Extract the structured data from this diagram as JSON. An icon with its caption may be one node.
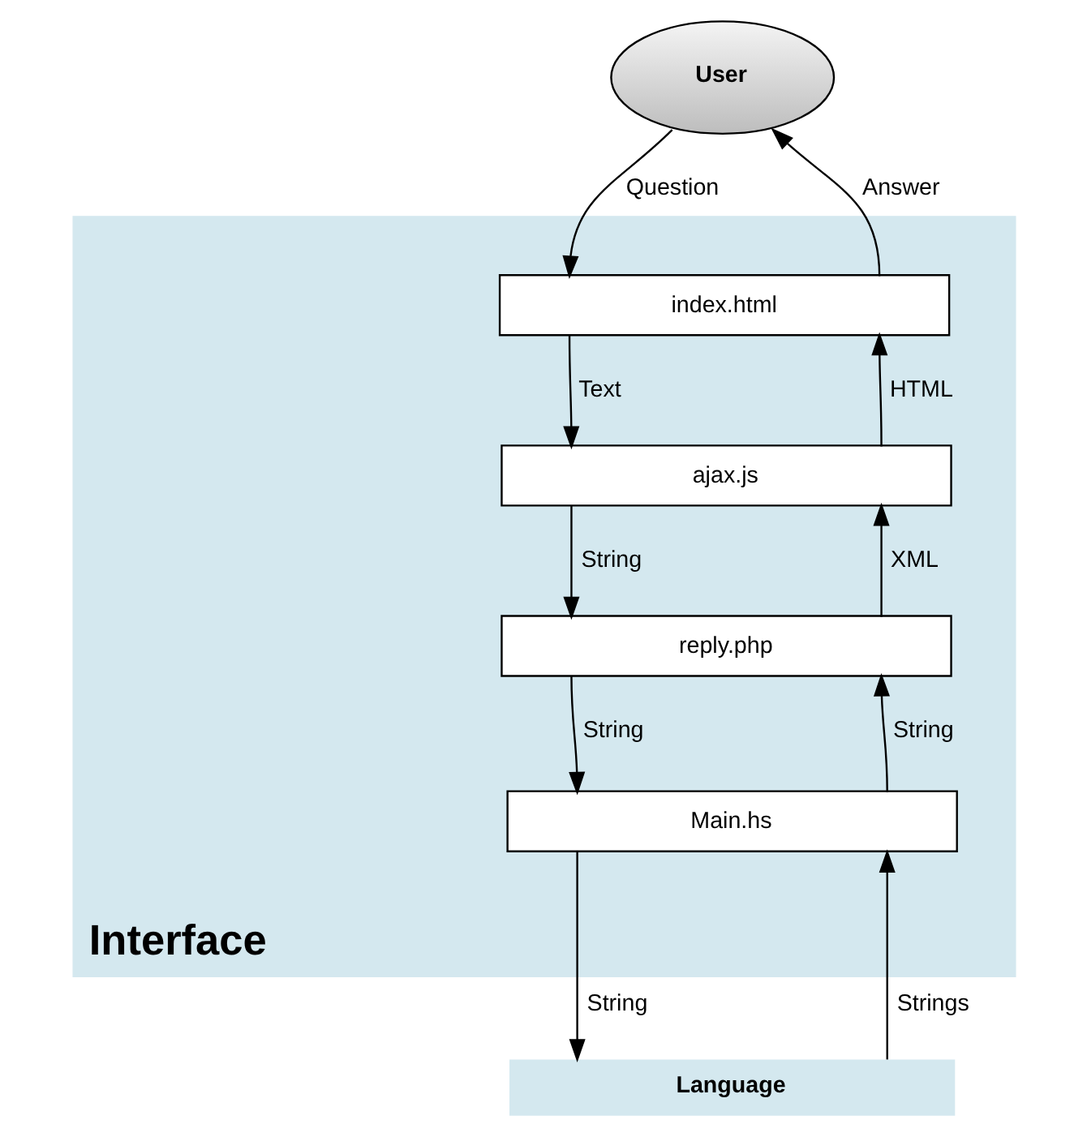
{
  "diagram": {
    "nodes": [
      {
        "text": [
          "User"
        ]
      },
      {
        "text": [
          "Interface"
        ]
      },
      {
        "text": [
          "index.html"
        ],
        "in": 1
      },
      {
        "text": [
          "ajax.js"
        ],
        "in": 1
      },
      {
        "text": [
          "reply.php"
        ],
        "in": 1
      },
      {
        "text": [
          "Main.hs"
        ],
        "in": 1
      },
      {
        "text": [
          "Language"
        ]
      }
    ],
    "edges": [
      {
        "from": 0,
        "to": 2,
        "arrow": "to",
        "label": "Question"
      },
      {
        "from": 2,
        "to": 0,
        "arrow": "to",
        "label": "Answer"
      },
      {
        "from": 2,
        "to": 3,
        "arrow": "to",
        "label": "Text"
      },
      {
        "from": 3,
        "to": 2,
        "arrow": "to",
        "label": "HTML"
      },
      {
        "from": 3,
        "to": 4,
        "arrow": "to",
        "label": "String"
      },
      {
        "from": 4,
        "to": 3,
        "arrow": "to",
        "label": "XML"
      },
      {
        "from": 4,
        "to": 5,
        "arrow": "to",
        "label": "String"
      },
      {
        "from": 5,
        "to": 4,
        "arrow": "to",
        "label": "String"
      },
      {
        "from": 5,
        "to": 6,
        "arrow": "to",
        "label": "String"
      },
      {
        "from": 6,
        "to": 5,
        "arrow": "to",
        "label": "Strings"
      }
    ]
  }
}
